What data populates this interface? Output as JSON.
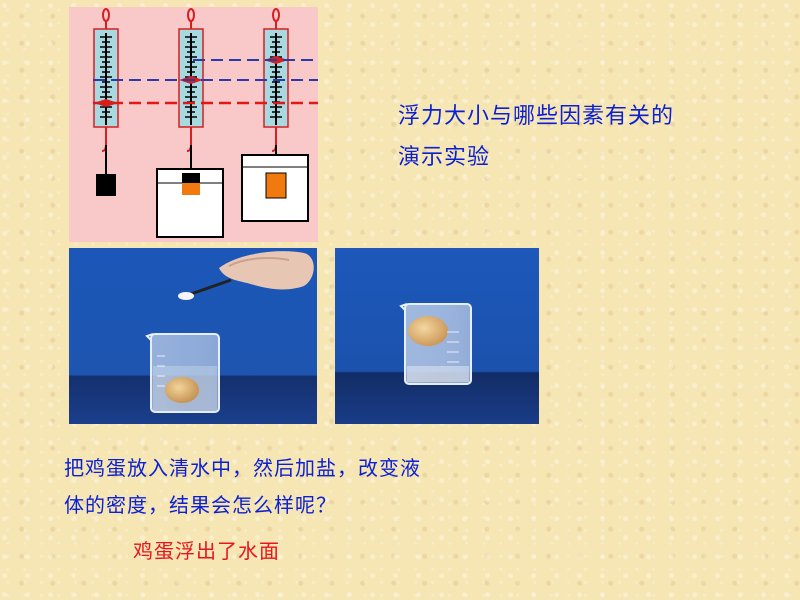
{
  "title": {
    "line1": "浮力大小与哪些因素有关的",
    "line2": "演示实验"
  },
  "question": {
    "line1": "把鸡蛋放入清水中，然后加盐，改变液",
    "line2": "体的密度，结果会怎么样呢？"
  },
  "answer": "鸡蛋浮出了水面",
  "colors": {
    "background": "#f6e6b4",
    "title_text": "#0b1fd4",
    "answer_text": "#e8141e",
    "diagram_bg": "#f9c9c9"
  }
}
